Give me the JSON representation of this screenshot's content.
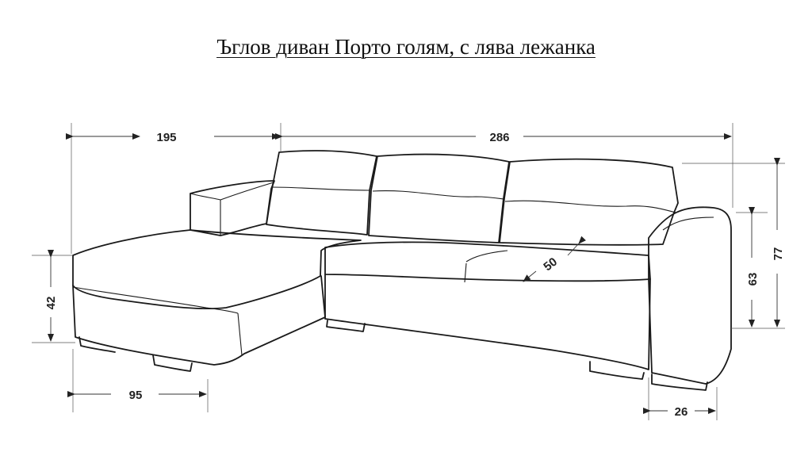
{
  "title": "Ъглов диван Порто голям, с лява лежанка",
  "dimensions": {
    "total_width_chaise": "195",
    "total_width_sofa": "286",
    "seat_height": "42",
    "chaise_depth": "95",
    "seat_depth": "50",
    "armrest_height": "63",
    "total_height": "77",
    "armrest_width": "26"
  },
  "colors": {
    "line": "#1a1a1a",
    "background": "#ffffff"
  }
}
